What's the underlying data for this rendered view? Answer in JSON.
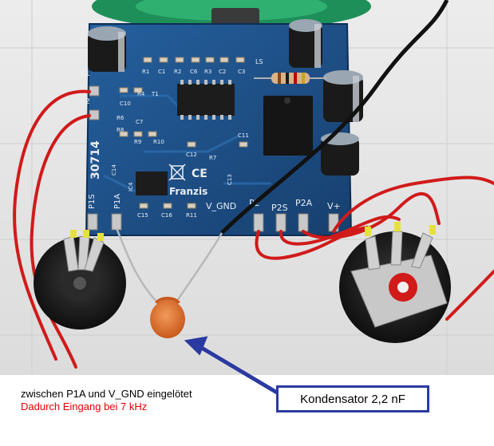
{
  "photo": {
    "board_labels": {
      "k1": "K1",
      "k2": "K2",
      "r1": "R1",
      "c1": "C1",
      "r2": "R2",
      "c6": "C6",
      "r3": "R3",
      "c2": "C2",
      "c3": "C3",
      "ls": "LS",
      "c10": "C10",
      "r4": "R4",
      "t1": "T1",
      "r6": "R6",
      "c7": "C7",
      "r8": "R8",
      "r9": "R9",
      "r10": "R10",
      "c12": "C12",
      "c11": "C11",
      "r7": "R7",
      "c14": "C14",
      "ic4": "IC4",
      "c13": "C13",
      "p1s": "P1S",
      "board_id": "30714",
      "p1a": "P1A",
      "franzis": "Franzis",
      "ce": "CE",
      "c15": "C15",
      "c16": "C16",
      "r11": "R11",
      "v_gnd": "V_GND",
      "p2": "P2",
      "p2s": "P2S",
      "p2a": "P2A",
      "vplus": "V+"
    }
  },
  "captions": {
    "line1": "zwischen P1A und V_GND eingelötet",
    "line2": "Dadurch Eingang bei 7 kHz"
  },
  "callout": {
    "label": "Kondensator 2,2 nF"
  },
  "colors": {
    "pcb": "#1c4f86",
    "wire_red": "#d11a1a",
    "callout_border": "#2b3aa0",
    "capacitor": "#e0722c",
    "caption_red": "#e60000"
  }
}
